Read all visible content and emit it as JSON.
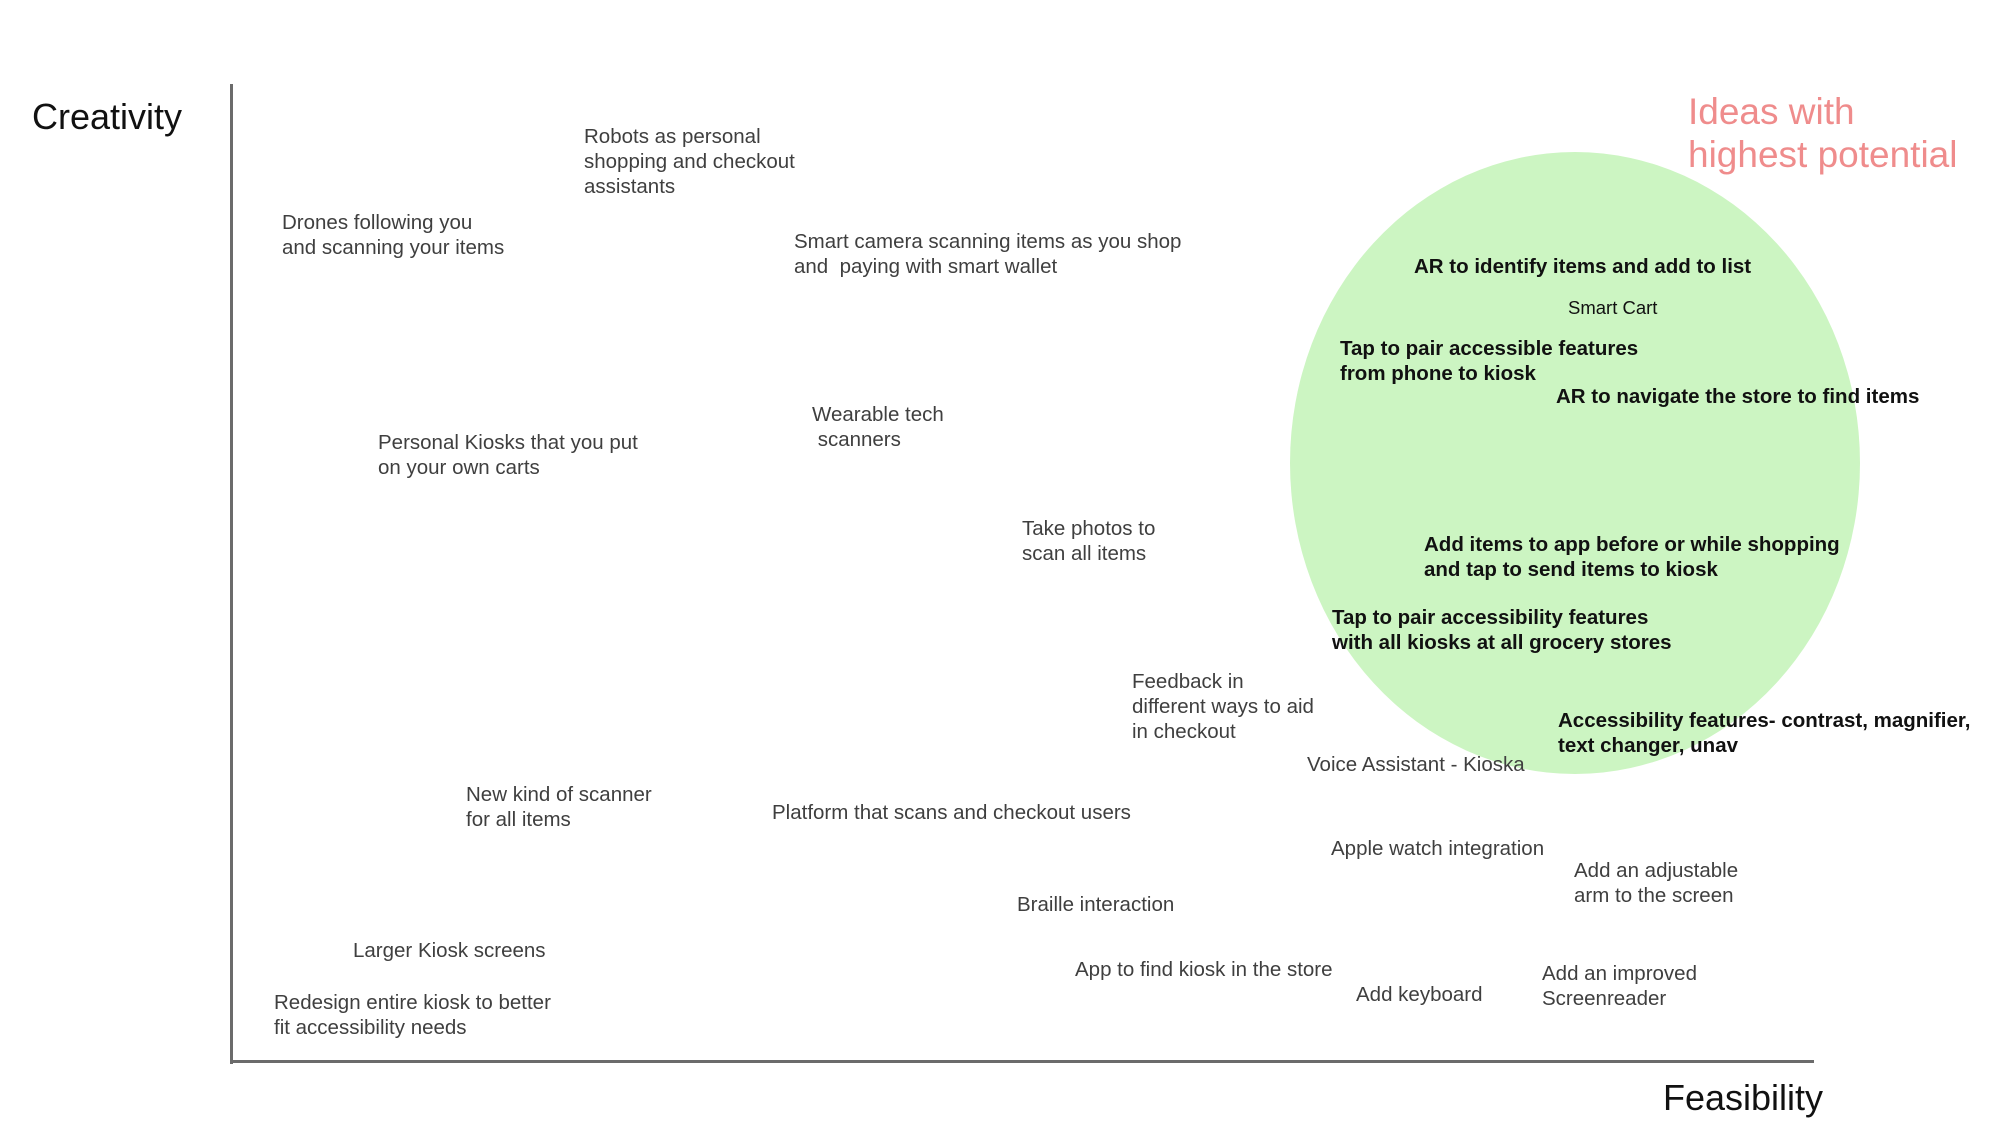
{
  "axes": {
    "y_label": "Creativity",
    "x_label": "Feasibility"
  },
  "highlight": {
    "title": "Ideas with\nhighest potential",
    "fill_color": "#ccf5c2",
    "title_color": "#ef8c8c"
  },
  "ideas": [
    {
      "text": "Robots as personal\nshopping and checkout\nassistants",
      "emphasis": "normal"
    },
    {
      "text": "Drones following you\nand scanning your items",
      "emphasis": "normal"
    },
    {
      "text": "Smart camera scanning items as you shop\nand  paying with smart wallet",
      "emphasis": "normal"
    },
    {
      "text": "AR to identify items and add to list",
      "emphasis": "bold"
    },
    {
      "text": "Smart Cart",
      "emphasis": "small"
    },
    {
      "text": "Tap to pair accessible features\nfrom phone to kiosk",
      "emphasis": "bold"
    },
    {
      "text": "AR to navigate the store to find items",
      "emphasis": "bold"
    },
    {
      "text": "Wearable tech\n scanners",
      "emphasis": "normal"
    },
    {
      "text": "Personal Kiosks that you put\non your own carts",
      "emphasis": "normal"
    },
    {
      "text": "Take photos to\nscan all items",
      "emphasis": "normal"
    },
    {
      "text": "Add items to app before or while shopping\nand tap to send items to kiosk",
      "emphasis": "bold"
    },
    {
      "text": "Tap to pair accessibility features\nwith all kiosks at all grocery stores",
      "emphasis": "bold"
    },
    {
      "text": "Feedback in\ndifferent ways to aid\nin checkout",
      "emphasis": "normal"
    },
    {
      "text": "Accessibility features- contrast, magnifier,\ntext changer, unav",
      "emphasis": "bold"
    },
    {
      "text": "Voice Assistant - Kioska",
      "emphasis": "normal"
    },
    {
      "text": "New kind of scanner\nfor all items",
      "emphasis": "normal"
    },
    {
      "text": "Platform that scans and checkout users",
      "emphasis": "normal"
    },
    {
      "text": "Apple watch integration",
      "emphasis": "normal"
    },
    {
      "text": "Add an adjustable\narm to the screen",
      "emphasis": "normal"
    },
    {
      "text": "Braille interaction",
      "emphasis": "normal"
    },
    {
      "text": "Larger Kiosk screens",
      "emphasis": "normal"
    },
    {
      "text": "App to find kiosk in the store",
      "emphasis": "normal"
    },
    {
      "text": "Add keyboard",
      "emphasis": "normal"
    },
    {
      "text": "Add an improved\nScreenreader",
      "emphasis": "normal"
    },
    {
      "text": "Redesign entire kiosk to better\nfit accessibility needs",
      "emphasis": "normal"
    }
  ]
}
